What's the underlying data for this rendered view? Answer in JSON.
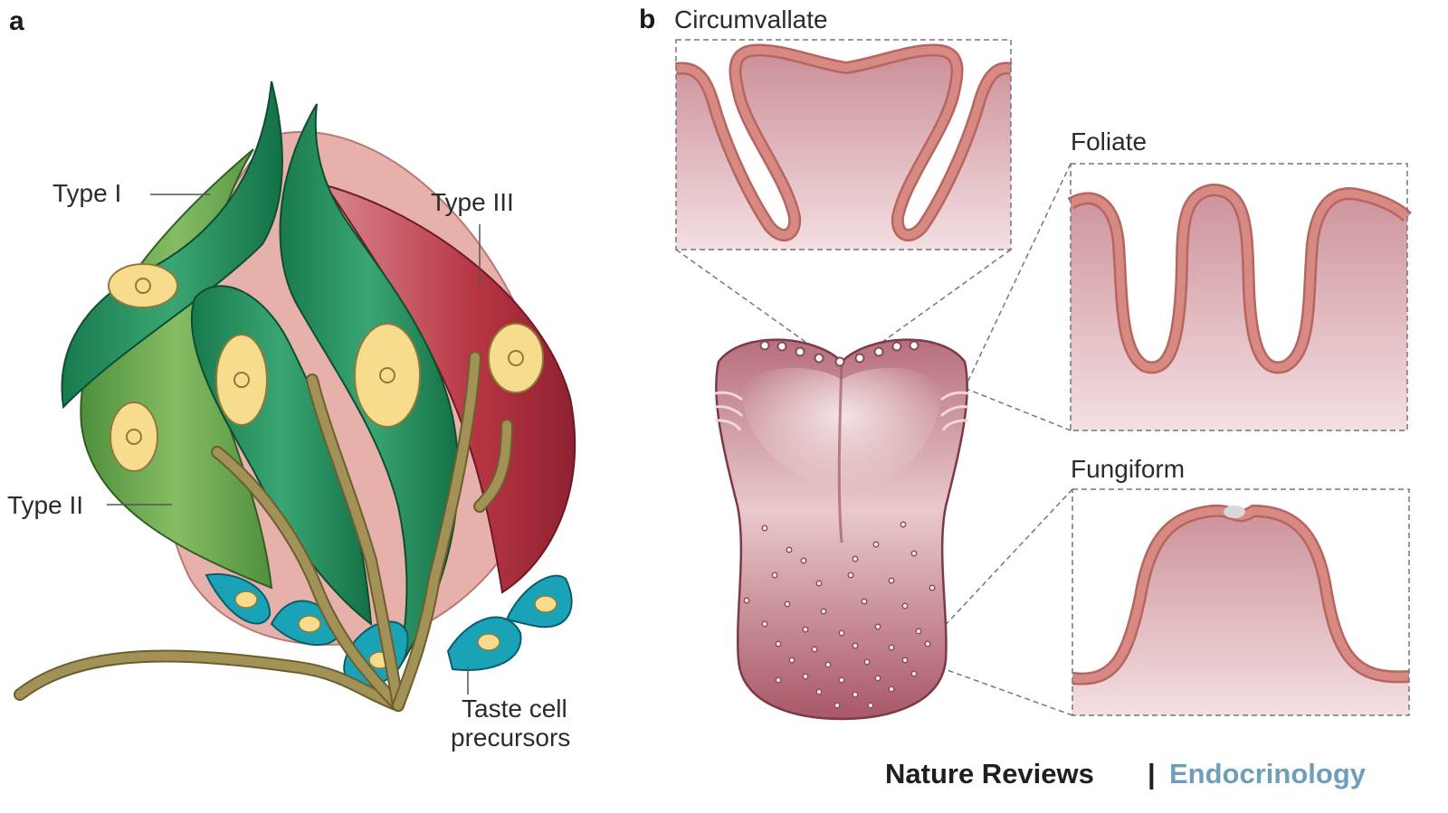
{
  "colors": {
    "green_dark": "#1f8a5a",
    "green_light": "#6aa84f",
    "red": "#b0333f",
    "pink_core": "#e3a9a3",
    "nucleus": "#f7dc8e",
    "nerve": "#9a8a4e",
    "teal": "#1aa3b7",
    "tissue_edge": "#c46a66",
    "tissue_fill": "#dba9ae",
    "endocrinology_blue": "#6f9fb8"
  },
  "panel_a": {
    "letter": "a",
    "labels": {
      "type1": "Type I",
      "type2": "Type II",
      "type3": "Type III",
      "precursors_line1": "Taste cell",
      "precursors_line2": "precursors"
    }
  },
  "panel_b": {
    "letter": "b",
    "labels": {
      "circumvallate": "Circumvallate",
      "foliate": "Foliate",
      "fungiform": "Fungiform"
    }
  },
  "credit": {
    "journal": "Nature Reviews",
    "separator": "|",
    "section": "Endocrinology"
  }
}
